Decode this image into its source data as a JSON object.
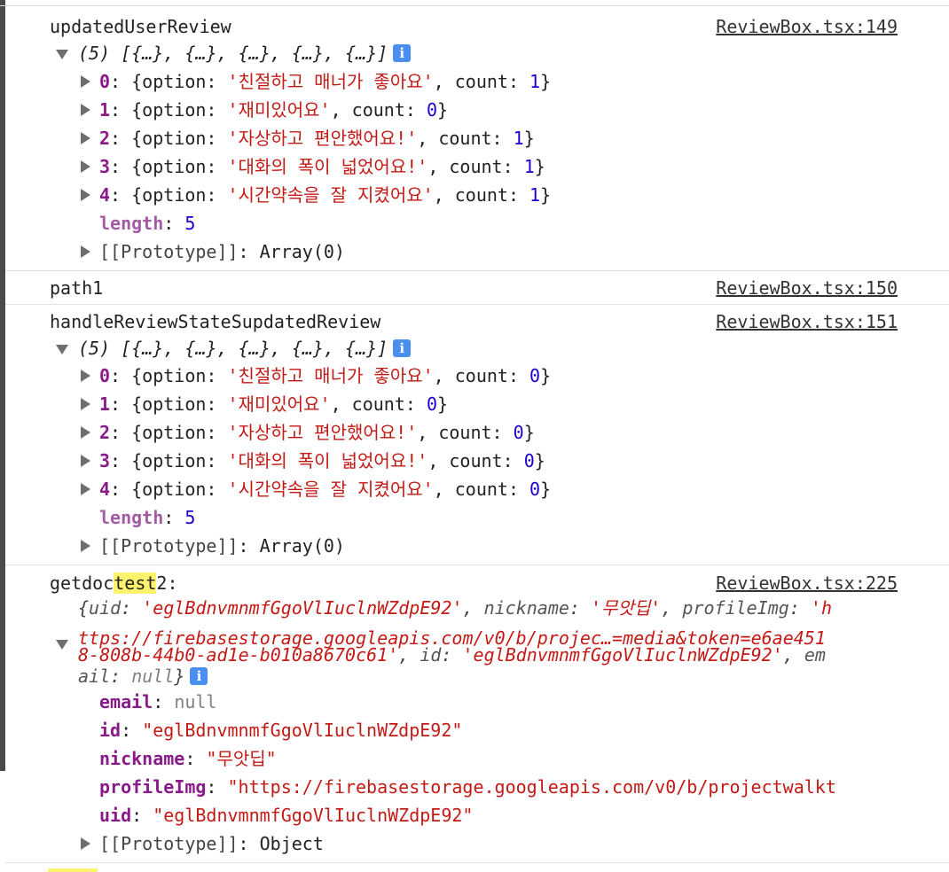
{
  "log1": {
    "message": "updatedUserReview",
    "source": "ReviewBox.tsx:149",
    "summary": "(5) [{…}, {…}, {…}, {…}, {…}]",
    "info_icon": "i",
    "items": [
      {
        "index": "0",
        "option": "'친절하고 매너가 좋아요'",
        "count": "1"
      },
      {
        "index": "1",
        "option": "'재미있어요'",
        "count": "0"
      },
      {
        "index": "2",
        "option": "'자상하고 편안했어요!'",
        "count": "1"
      },
      {
        "index": "3",
        "option": "'대화의 폭이 넓었어요!'",
        "count": "1"
      },
      {
        "index": "4",
        "option": "'시간약속을 잘 지켰어요'",
        "count": "1"
      }
    ],
    "length_key": "length",
    "length_value": "5",
    "prototype_key": "[[Prototype]]",
    "prototype_value": "Array(0)"
  },
  "log2": {
    "message": "path1",
    "source": "ReviewBox.tsx:150"
  },
  "log3": {
    "message": "handleReviewStateSupdatedReview",
    "source": "ReviewBox.tsx:151",
    "summary": "(5) [{…}, {…}, {…}, {…}, {…}]",
    "info_icon": "i",
    "items": [
      {
        "index": "0",
        "option": "'친절하고 매너가 좋아요'",
        "count": "0"
      },
      {
        "index": "1",
        "option": "'재미있어요'",
        "count": "0"
      },
      {
        "index": "2",
        "option": "'자상하고 편안했어요!'",
        "count": "0"
      },
      {
        "index": "3",
        "option": "'대화의 폭이 넓었어요!'",
        "count": "0"
      },
      {
        "index": "4",
        "option": "'시간약속을 잘 지켰어요'",
        "count": "0"
      }
    ],
    "length_key": "length",
    "length_value": "5",
    "prototype_key": "[[Prototype]]",
    "prototype_value": "Array(0)"
  },
  "log4": {
    "message_pre": "getdoc",
    "message_highlight": "test",
    "message_post": "2:",
    "source": "ReviewBox.tsx:225",
    "info_icon": "i",
    "summary": {
      "uid_key": "uid",
      "uid_value": "'eglBdnvmnmfGgoVlIuclnWZdpE92'",
      "nickname_key": "nickname",
      "nickname_value": "'무앗딥'",
      "profileImg_key": "profileImg",
      "profileImg_value_part1": "'h",
      "profileImg_value_part2": "ttps://firebasestorage.googleapis.com/v0/b/projec…=media&token=e6ae451",
      "profileImg_value_part3": "8-808b-44b0-ad1e-b010a8670c61'",
      "id_key": "id",
      "id_value": "'eglBdnvmnmfGgoVlIuclnWZdpE92'",
      "email_key_part1": "em",
      "email_key_part2": "ail",
      "email_value": "null"
    },
    "props": {
      "email_key": "email",
      "email_value": "null",
      "id_key": "id",
      "id_value": "\"eglBdnvmnmfGgoVlIuclnWZdpE92\"",
      "nickname_key": "nickname",
      "nickname_value": "\"무앗딥\"",
      "profileImg_key": "profileImg",
      "profileImg_value": "\"https://firebasestorage.googleapis.com/v0/b/projectwalkt",
      "uid_key": "uid",
      "uid_value": "\"eglBdnvmnmfGgoVlIuclnWZdpE92\""
    },
    "prototype_key": "[[Prototype]]",
    "prototype_value": "Object"
  }
}
